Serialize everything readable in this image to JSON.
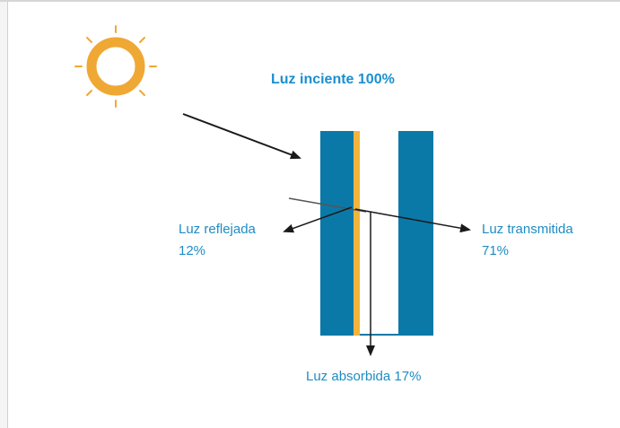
{
  "diagram": {
    "incident_label": "Luz inciente 100%",
    "reflected_label_line1": "Luz reflejada",
    "reflected_label_line2": "12%",
    "transmitted_label_line1": "Luz transmitida",
    "transmitted_label_line2": "71%",
    "absorbed_label": "Luz absorbida 17%",
    "colors": {
      "sun": "#f0a834",
      "glass": "#0a79a8",
      "coating": "#f2b43c",
      "label": "#1e8cc4",
      "arrow": "#1a1a1a",
      "background": "#ffffff"
    },
    "icons": [
      "sun-icon"
    ]
  }
}
